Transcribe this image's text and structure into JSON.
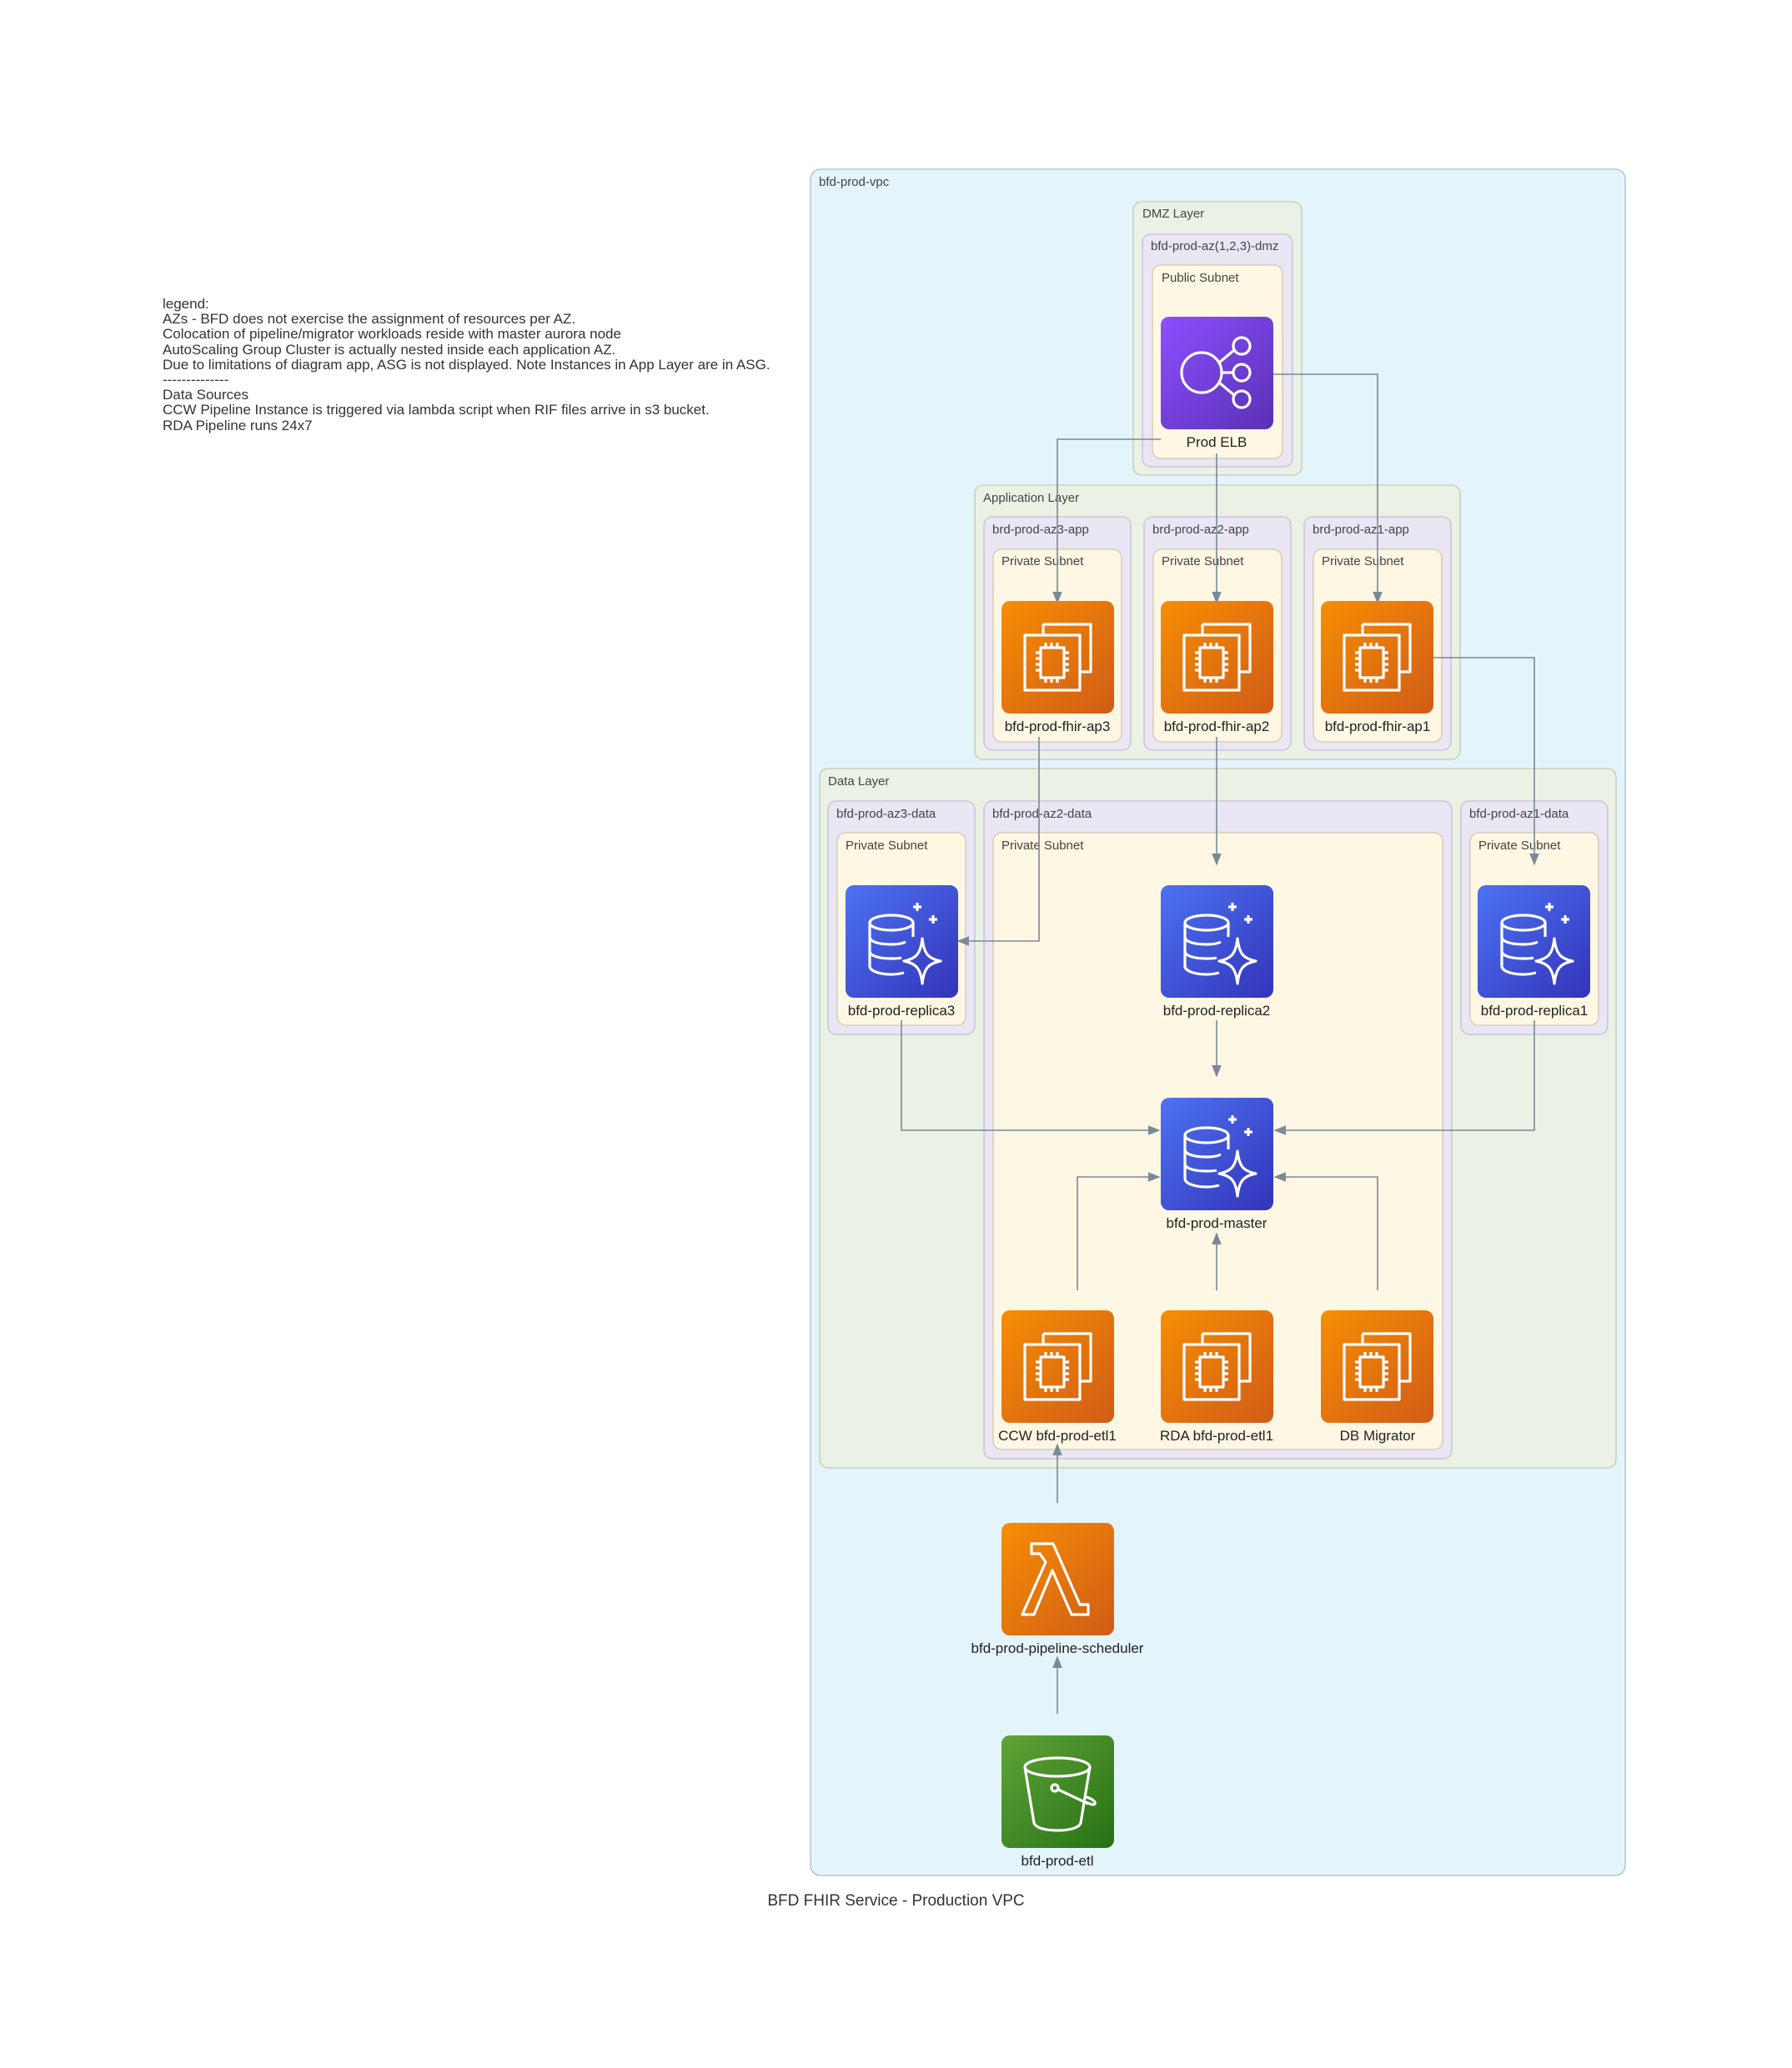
{
  "title": "BFD FHIR Service - Production VPC",
  "legend": {
    "heading": "legend:",
    "lines": [
      "AZs - BFD does not exercise the assignment of resources per AZ.",
      "Colocation of pipeline/migrator workloads reside with master aurora node",
      "AutoScaling Group Cluster is actually nested inside each application AZ.",
      "Due to limitations of diagram app, ASG is not displayed. Note Instances in App Layer are in ASG.",
      "--------------",
      "Data Sources",
      "CCW Pipeline Instance is triggered via lambda script when RIF files arrive in s3 bucket.",
      "RDA Pipeline runs 24x7"
    ]
  },
  "clusters": {
    "vpc": "bfd-prod-vpc",
    "dmz_layer": "DMZ Layer",
    "dmz_az": "bfd-prod-az(1,2,3)-dmz",
    "public_subnet": "Public Subnet",
    "app_layer": "Application Layer",
    "app_az3": "brd-prod-az3-app",
    "app_az2": "brd-prod-az2-app",
    "app_az1": "brd-prod-az1-app",
    "data_layer": "Data Layer",
    "data_az3": "bfd-prod-az3-data",
    "data_az2": "bfd-prod-az2-data",
    "data_az1": "bfd-prod-az1-data",
    "private_subnet": "Private Subnet"
  },
  "nodes": {
    "elb": "Prod ELB",
    "fhir_ap3": "bfd-prod-fhir-ap3",
    "fhir_ap2": "bfd-prod-fhir-ap2",
    "fhir_ap1": "bfd-prod-fhir-ap1",
    "replica3": "bfd-prod-replica3",
    "replica2": "bfd-prod-replica2",
    "replica1": "bfd-prod-replica1",
    "master": "bfd-prod-master",
    "ccw_etl": "CCW bfd-prod-etl1",
    "rda_etl": "RDA bfd-prod-etl1",
    "migrator": "DB Migrator",
    "scheduler": "bfd-prod-pipeline-scheduler",
    "bucket": "bfd-prod-etl"
  },
  "icons": {
    "elb": "elastic-load-balancer-icon",
    "ec2": "ec2-instances-icon",
    "aurora": "aurora-database-icon",
    "lambda": "lambda-icon",
    "s3": "s3-bucket-icon"
  },
  "colors": {
    "vpc_fill": "#e3f4fb",
    "layer_fill": "#ebf2e5",
    "az_fill": "#ebe6f4",
    "subnet_fill": "#fdf7e3",
    "elb_gradient": [
      "#8c4fff",
      "#5a30b5"
    ],
    "ec2_gradient": [
      "#f78e04",
      "#d05c17"
    ],
    "aurora_gradient": [
      "#4d72f3",
      "#3334b9"
    ],
    "lambda_gradient": [
      "#f78e04",
      "#d05c17"
    ],
    "s3_gradient": [
      "#60a337",
      "#277116"
    ],
    "edge": "#7b8896"
  }
}
